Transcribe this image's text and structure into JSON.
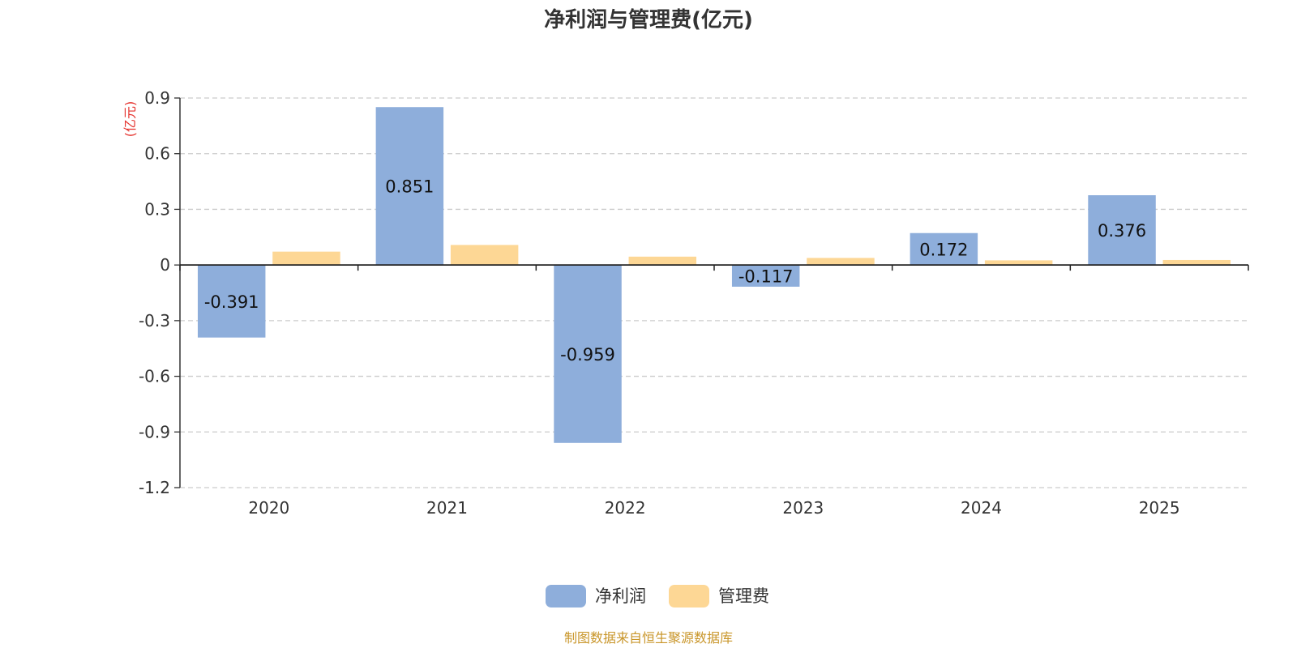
{
  "chart_data": {
    "type": "bar",
    "title": "净利润与管理费(亿元)",
    "ylabel": "(亿元)",
    "categories": [
      "2020",
      "2021",
      "2022",
      "2023",
      "2024",
      "2025"
    ],
    "series": [
      {
        "name": "净利润",
        "color": "#8eaedb",
        "values": [
          -0.391,
          0.851,
          -0.959,
          -0.117,
          0.172,
          0.376
        ],
        "labels": [
          "-0.391",
          "0.851",
          "-0.959",
          "-0.117",
          "0.172",
          "0.376"
        ]
      },
      {
        "name": "管理费",
        "color": "#fdd795",
        "values": [
          0.072,
          0.108,
          0.045,
          0.038,
          0.025,
          0.027
        ]
      }
    ],
    "ylim": [
      -1.2,
      0.9
    ],
    "yticks": [
      0.9,
      0.6,
      0.3,
      0,
      -0.3,
      -0.6,
      -0.9,
      -1.2
    ],
    "ytick_labels": [
      "0.9",
      "0.6",
      "0.3",
      "0",
      "-0.3",
      "-0.6",
      "-0.9",
      "-1.2"
    ],
    "grid": true,
    "legend_position": "bottom-center"
  },
  "footer": {
    "source": "制图数据来自恒生聚源数据库"
  }
}
